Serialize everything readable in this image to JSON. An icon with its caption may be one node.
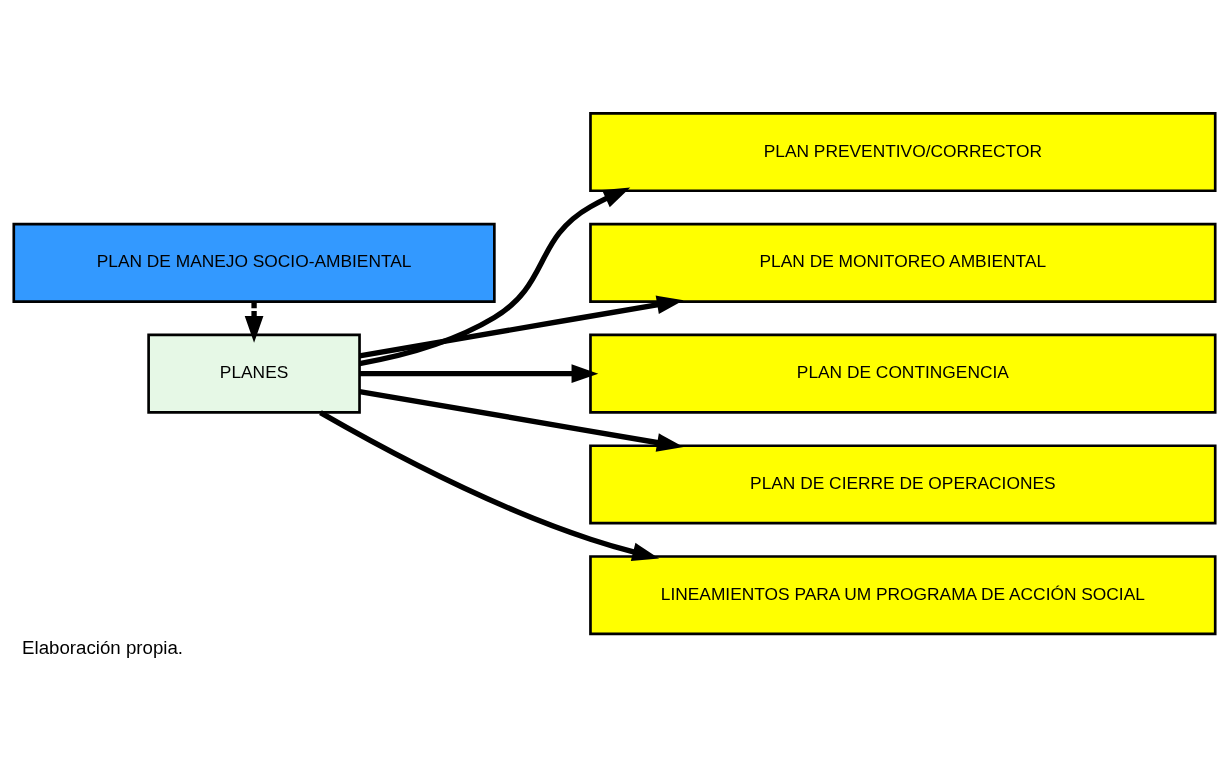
{
  "diagram": {
    "caption": "Elaboración propia.",
    "nodes": [
      {
        "text": [
          "PLAN DE MANEJO SOCIO-AMBIENTAL"
        ]
      },
      {
        "text": [
          "PLANES"
        ]
      },
      {
        "text": [
          "PLAN PREVENTIVO/CORRECTOR"
        ]
      },
      {
        "text": [
          "PLAN DE MONITOREO AMBIENTAL"
        ]
      },
      {
        "text": [
          "PLAN DE CONTINGENCIA"
        ]
      },
      {
        "text": [
          "PLAN DE CIERRE DE OPERACIONES"
        ]
      },
      {
        "text": [
          "LINEAMIENTOS PARA UM PROGRAMA DE ACCIÓN SOCIAL"
        ]
      }
    ],
    "edges": [
      {
        "from": 0,
        "to": 1,
        "arrow": "to",
        "style": "dashed"
      },
      {
        "from": 1,
        "to": 2,
        "arrow": "to"
      },
      {
        "from": 1,
        "to": 3,
        "arrow": "to"
      },
      {
        "from": 1,
        "to": 4,
        "arrow": "to"
      },
      {
        "from": 1,
        "to": 5,
        "arrow": "to"
      },
      {
        "from": 1,
        "to": 6,
        "arrow": "to"
      }
    ]
  }
}
